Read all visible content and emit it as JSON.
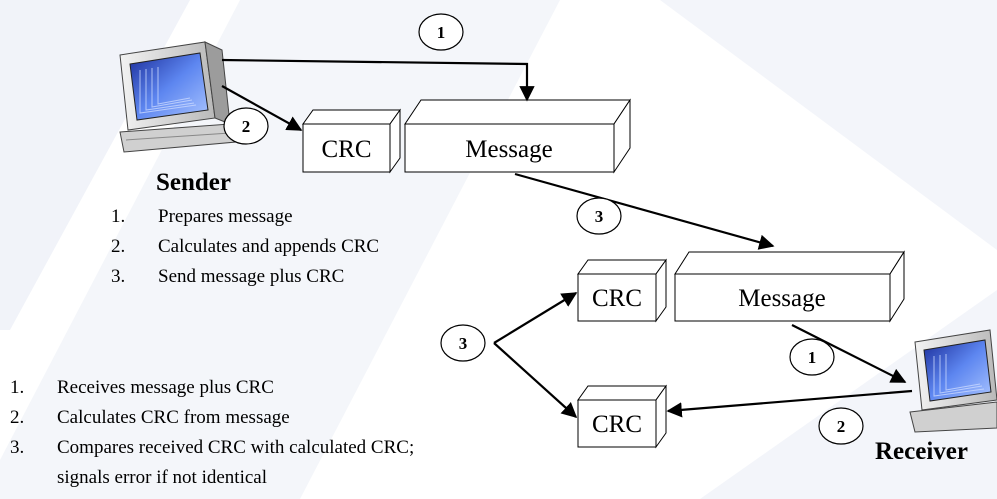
{
  "sender": {
    "title": "Sender",
    "steps": [
      "Prepares message",
      "Calculates and appends CRC",
      "Send message plus CRC"
    ]
  },
  "receiver": {
    "title": "Receiver",
    "steps": [
      "Receives message plus CRC",
      "Calculates CRC from message",
      "Compares received CRC with calculated CRC;",
      "signals error if not identical"
    ]
  },
  "boxes": {
    "crc": "CRC",
    "message": "Message"
  },
  "step_numbers": {
    "one": "1",
    "two": "2",
    "three": "3"
  },
  "list_numbers": [
    "1.",
    "2.",
    "3."
  ],
  "colors": {
    "background_shape": "#eef1f7",
    "stroke": "#000000",
    "screen": "#3f5fd8",
    "computer_body": "#d8d8d8"
  }
}
